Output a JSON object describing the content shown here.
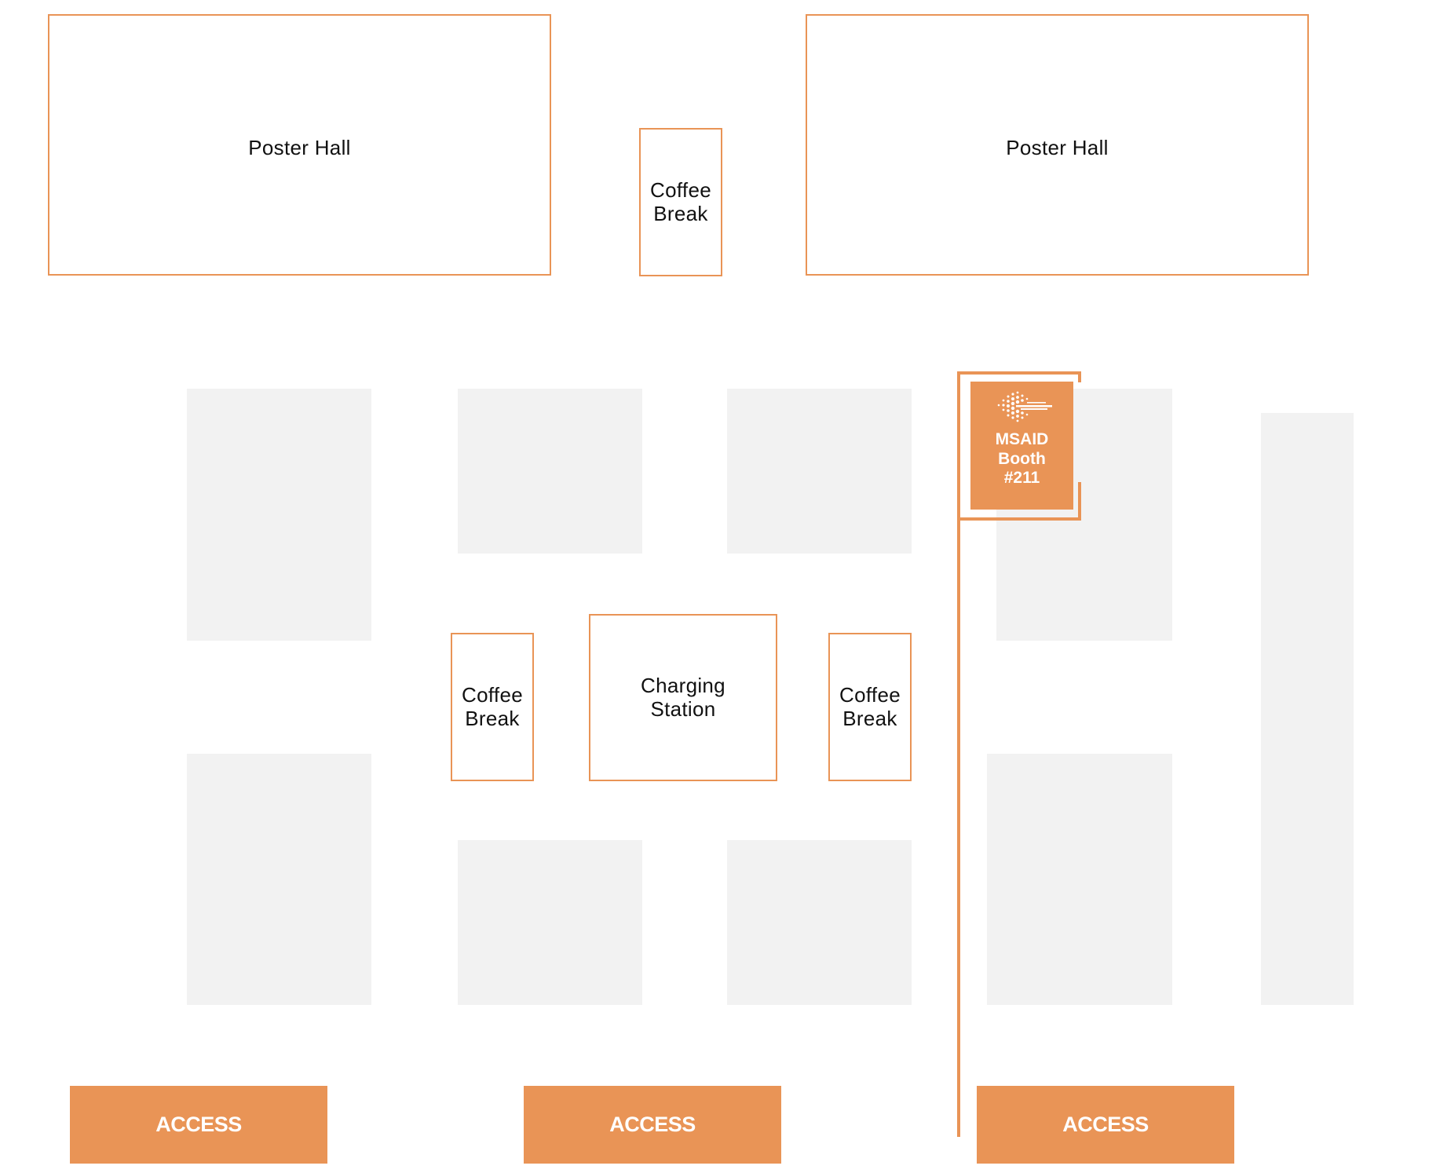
{
  "map": {
    "accent_color": "#e99456",
    "stand_color": "#f2f2f2",
    "poster_halls": [
      {
        "label": "Poster Hall"
      },
      {
        "label": "Poster Hall"
      }
    ],
    "coffee_breaks": [
      {
        "label": "Coffee\nBreak"
      },
      {
        "label": "Coffee\nBreak"
      },
      {
        "label": "Coffee\nBreak"
      }
    ],
    "charging_station": {
      "label": "Charging\nStation"
    },
    "booth": {
      "label": "MSAID\nBooth\n#211",
      "logo_icon": "msaid-logo-icon"
    },
    "access_points": [
      {
        "label": "ACCESS"
      },
      {
        "label": "ACCESS"
      },
      {
        "label": "ACCESS"
      }
    ]
  }
}
